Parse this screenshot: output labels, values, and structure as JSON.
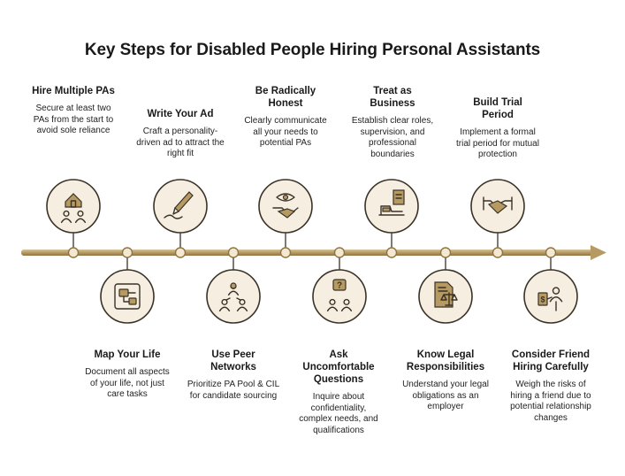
{
  "title": "Key Steps for Disabled People Hiring Personal Assistants",
  "colors": {
    "gold": "#b79a62",
    "gold_dark": "#8f7443",
    "circle_fill": "#f6efe1",
    "circle_stroke": "#3a3227",
    "text": "#1a1a1a"
  },
  "steps_top": [
    {
      "label": "Hire Multiple PAs",
      "desc": "Secure at least two PAs from the start to avoid sole reliance",
      "icon": "home-people-icon"
    },
    {
      "label": "Write Your Ad",
      "desc": "Craft a personality-driven ad to attract the right fit",
      "icon": "pen-icon"
    },
    {
      "label": "Be Radically Honest",
      "desc": "Clearly communicate all your needs to potential PAs",
      "icon": "eye-handshake-icon"
    },
    {
      "label": "Treat as Business",
      "desc": "Establish clear roles, supervision, and professional boundaries",
      "icon": "document-desk-icon"
    },
    {
      "label": "Build Trial Period",
      "desc": "Implement a formal trial period for mutual protection",
      "icon": "handshake-icon"
    }
  ],
  "steps_bottom": [
    {
      "label": "Map Your Life",
      "desc": "Document all aspects of your life, not just care tasks",
      "icon": "map-diagram-icon"
    },
    {
      "label": "Use Peer Networks",
      "desc": "Prioritize PA Pool & CIL for candidate sourcing",
      "icon": "network-people-icon"
    },
    {
      "label": "Ask Uncomfortable Questions",
      "desc": "Inquire about confidentiality, complex needs, and qualifications",
      "icon": "question-people-icon"
    },
    {
      "label": "Know Legal Responsibilities",
      "desc": "Understand your legal obligations as an employer",
      "icon": "legal-scales-icon"
    },
    {
      "label": "Consider Friend Hiring Carefully",
      "desc": "Weigh the risks of hiring a friend due to potential relationship changes",
      "icon": "friend-money-icon"
    }
  ]
}
